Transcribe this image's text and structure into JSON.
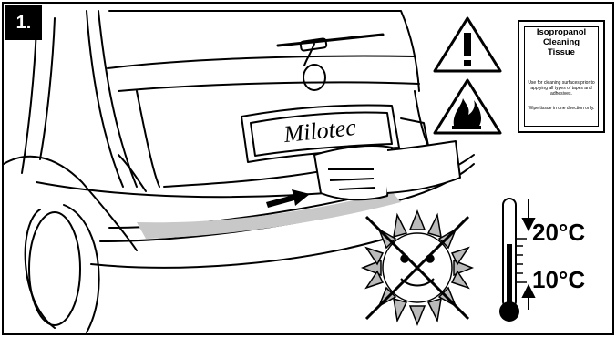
{
  "step_label": "1.",
  "license_plate_text": "Milotec",
  "tissue_card": {
    "title": "Isopropanol\nCleaning\nTissue",
    "instruction_1": "Use for cleaning surfaces prior to applying all types of tapes and adhesives.",
    "instruction_2": "Wipe tissue in one direction only."
  },
  "thermometer": {
    "upper_label": "20°C",
    "lower_label": "10°C"
  },
  "icons": {
    "warning": "exclamation-warning-icon",
    "flammable": "flammable-warning-icon",
    "no_sun": "no-direct-sunlight-icon",
    "thermometer": "thermometer-icon",
    "direction": "wipe-direction-arrow-icon"
  }
}
